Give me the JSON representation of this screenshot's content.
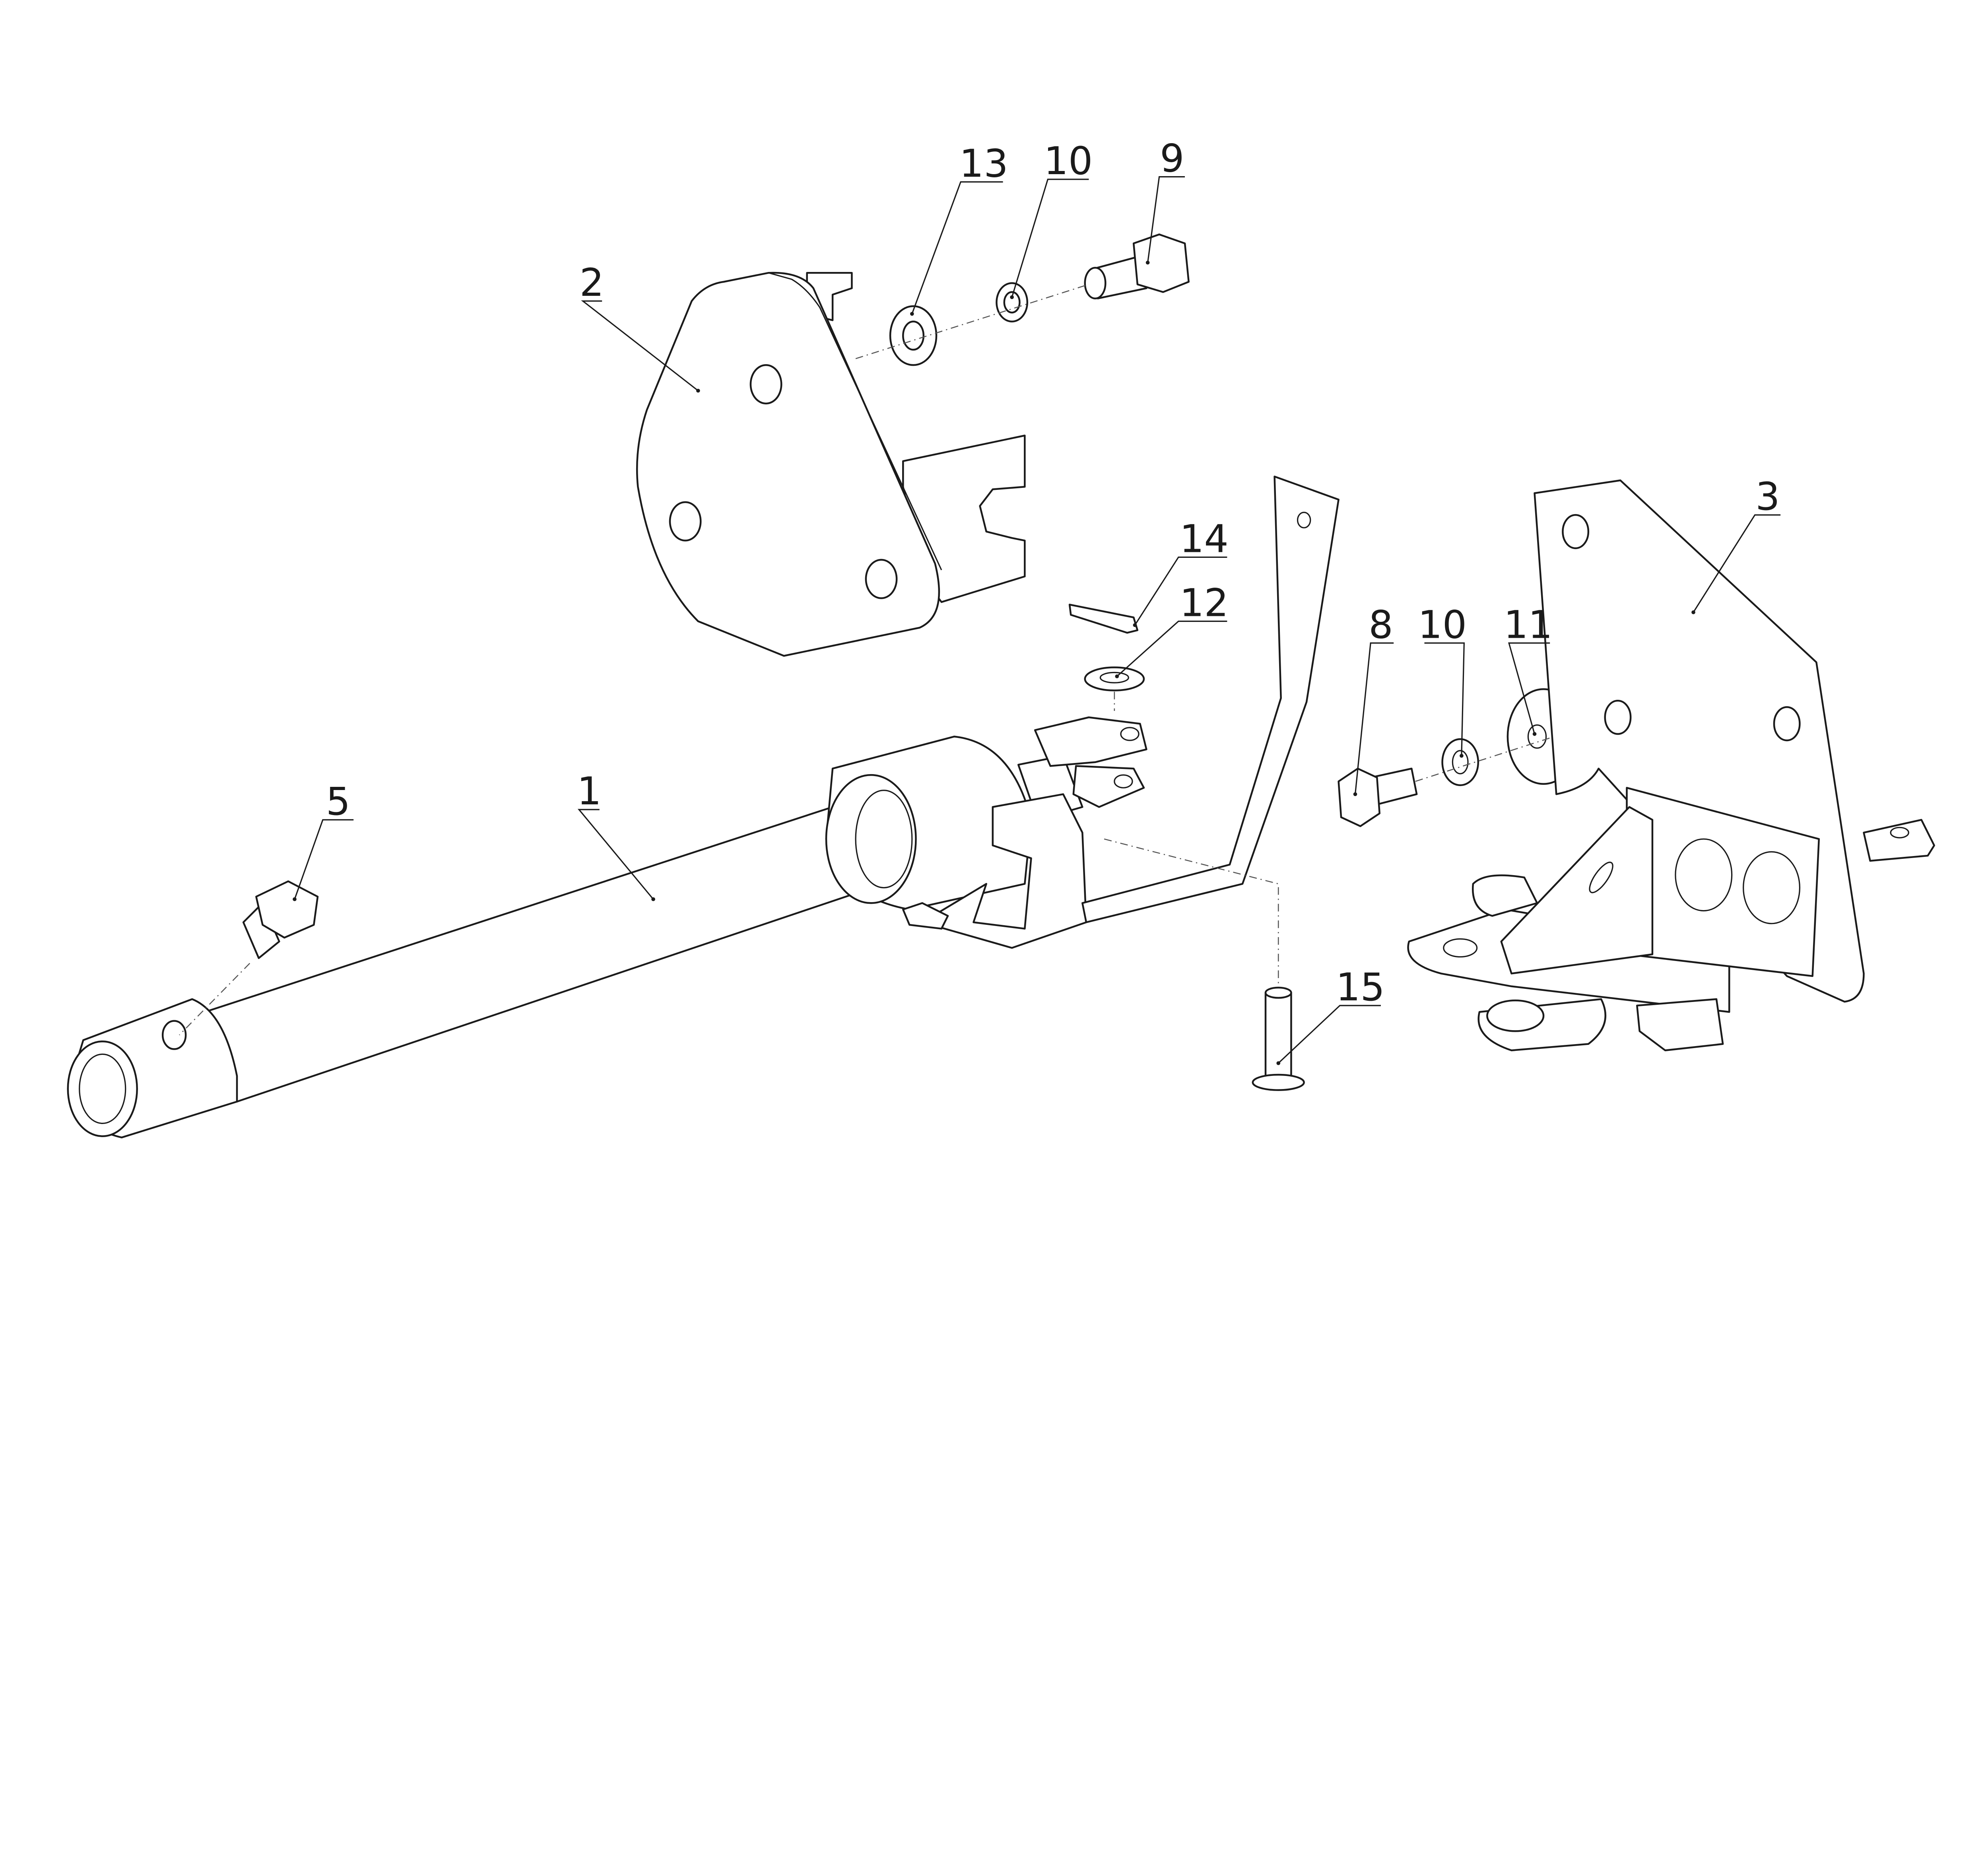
{
  "drawing": {
    "title": "Exploded assembly view",
    "line_color": "#1a1a1a",
    "background": "#ffffff"
  },
  "labels": {
    "shaft": "1",
    "left_plate": "2",
    "right_bracket": "3",
    "grease_fitting": "5",
    "bolt_right": "8",
    "bolt_top": "9",
    "spring_washer_top": "10",
    "spring_washer_right": "10",
    "washer_large": "11",
    "washer_clevis": "12",
    "washer_top": "13",
    "cotter_pin": "14",
    "clevis_pin": "15"
  }
}
